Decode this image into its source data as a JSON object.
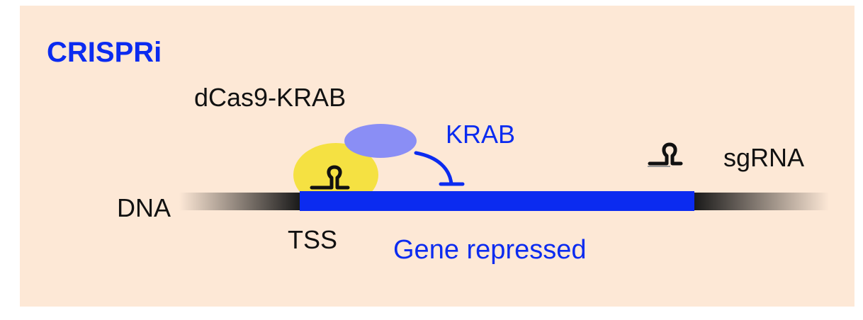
{
  "colors": {
    "panel_bg": "#fde8d6",
    "accent_blue": "#0b2bf0",
    "text_dark": "#111111",
    "dcas9_yellow": "#f5e142",
    "krab_domain": "#8a8ef5",
    "dna_dark": "#1a1a1a"
  },
  "title": "CRISPRi",
  "labels": {
    "dcas9_krab": "dCas9-KRAB",
    "krab": "KRAB",
    "sgrna": "sgRNA",
    "dna": "DNA",
    "tss": "TSS",
    "gene_repressed": "Gene repressed"
  },
  "icons": {
    "sgrna_glyph": "sgrna-hairpin-icon",
    "repression_arrow": "inhibition-arrow-icon"
  }
}
